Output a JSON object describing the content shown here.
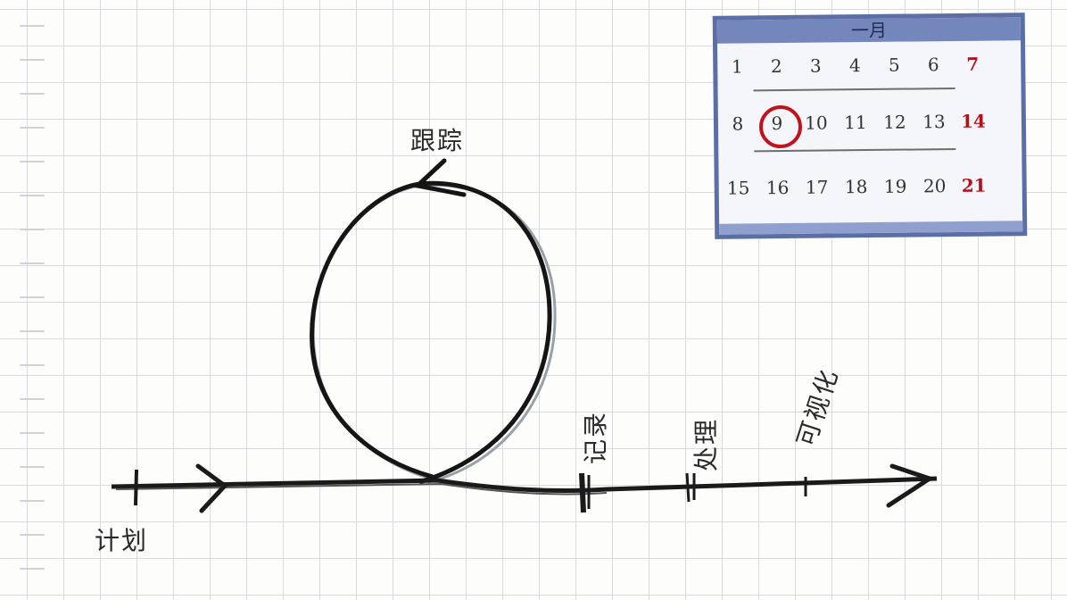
{
  "labels": {
    "plan": "计划",
    "track": "跟踪",
    "record": "记录",
    "process": "处理",
    "visualize": "可视化"
  },
  "calendar": {
    "month": "一月",
    "rows": [
      [
        "1",
        "2",
        "3",
        "4",
        "5",
        "6",
        "7"
      ],
      [
        "8",
        "9",
        "10",
        "11",
        "12",
        "13",
        "14"
      ],
      [
        "15",
        "16",
        "17",
        "18",
        "19",
        "20",
        "21"
      ]
    ],
    "highlighted_day": "9",
    "accent_color": "#5b6fa6",
    "highlight_color": "#c0141c"
  }
}
